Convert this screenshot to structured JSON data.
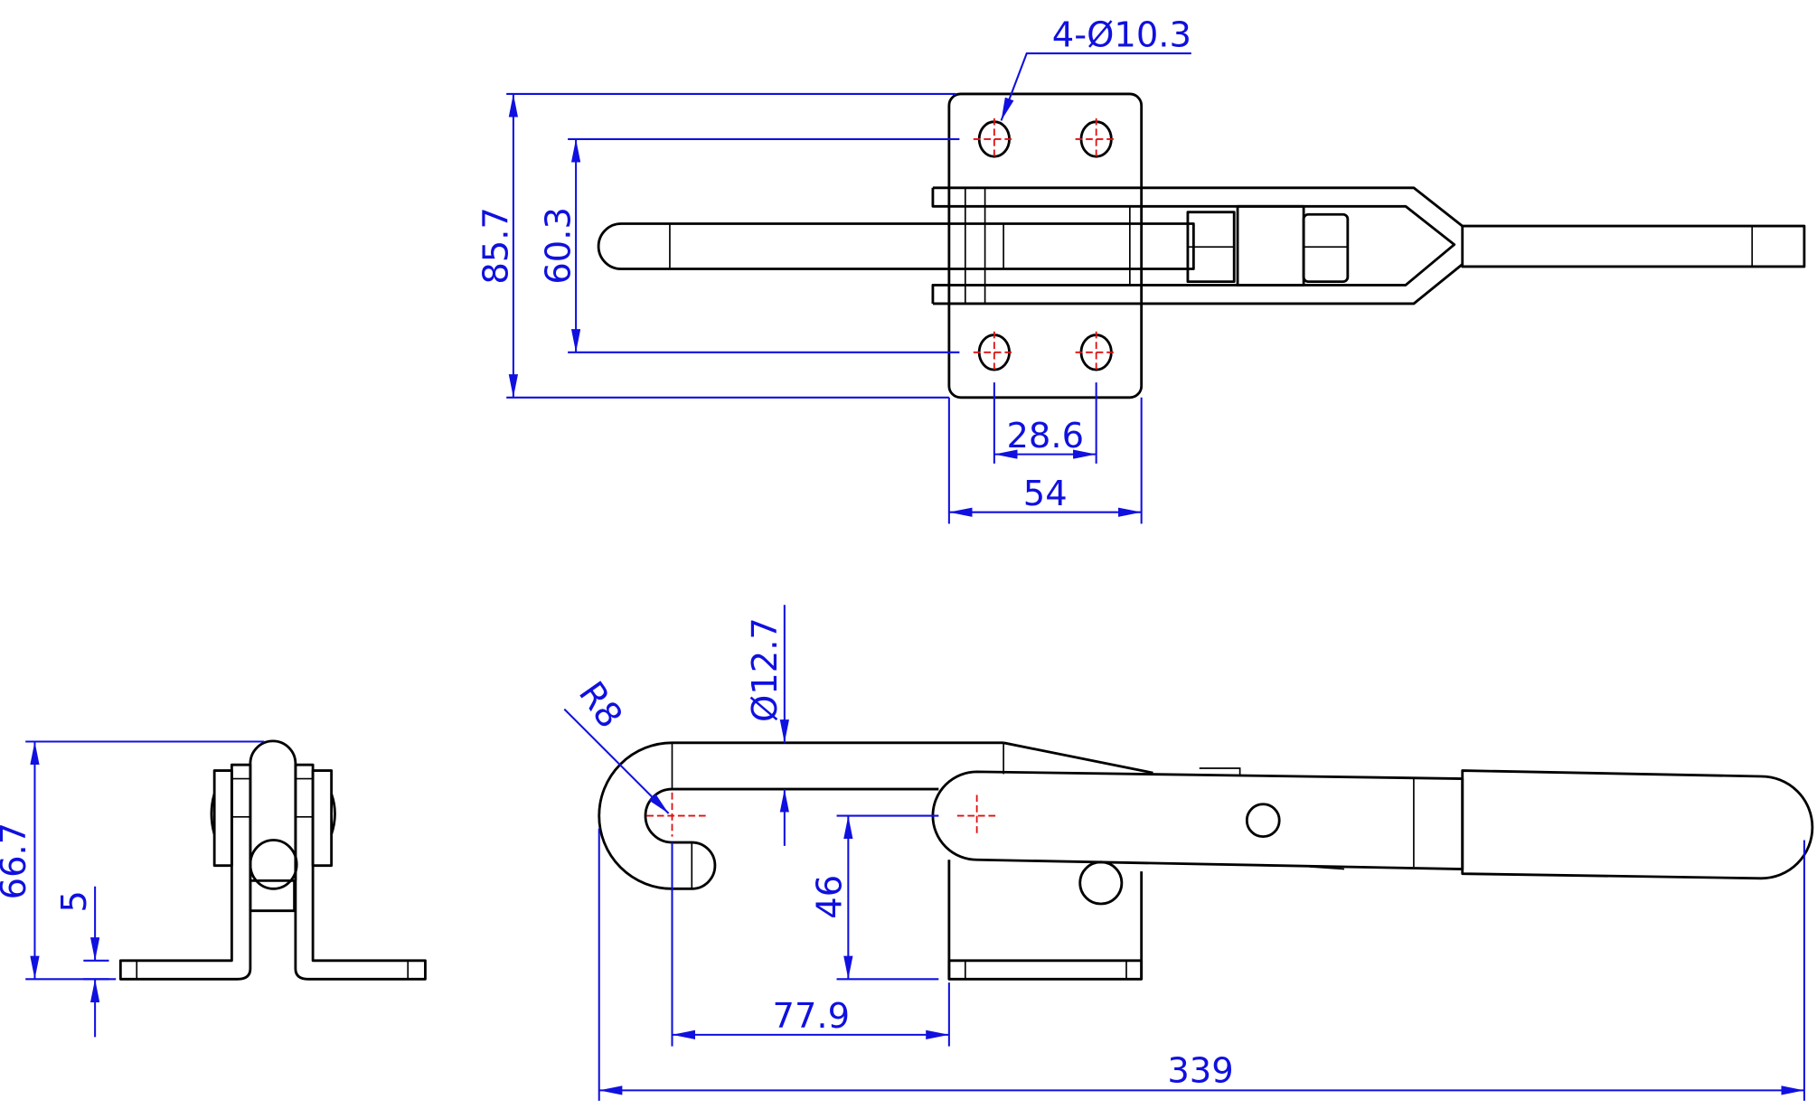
{
  "drawing": {
    "top_view": {
      "holes_callout": "4-Ø10.3",
      "overall_height": "85.7",
      "hole_spacing_vertical": "60.3",
      "hole_spacing_horizontal": "28.6",
      "base_width": "54"
    },
    "end_view": {
      "overall_height": "66.7",
      "base_thickness": "5"
    },
    "side_view": {
      "rod_diameter": "Ø12.7",
      "hook_radius": "R8",
      "pivot_height": "46",
      "hook_offset": "77.9",
      "overall_length": "339"
    },
    "colors": {
      "dimension": "#1010e0",
      "centerline": "#e01010",
      "outline": "#000000"
    }
  }
}
